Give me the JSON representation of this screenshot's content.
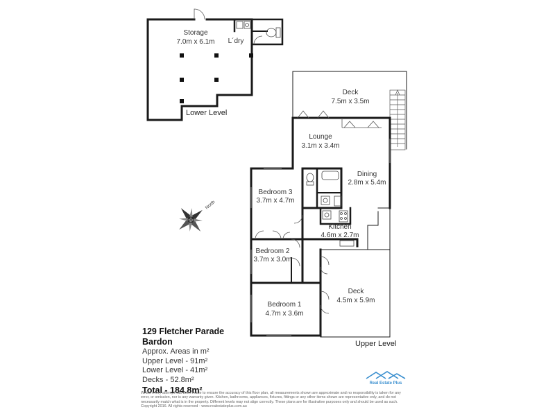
{
  "plan": {
    "rooms": {
      "storage": {
        "name": "Storage",
        "dims": "7.0m x 6.1m"
      },
      "laundry": {
        "name": "L´dry"
      },
      "deck_top": {
        "name": "Deck",
        "dims": "7.5m x 3.5m"
      },
      "lounge": {
        "name": "Lounge",
        "dims": "3.1m x 3.4m"
      },
      "dining": {
        "name": "Dining",
        "dims": "2.8m x 5.4m"
      },
      "bedroom3": {
        "name": "Bedroom 3",
        "dims": "3.7m x 4.7m"
      },
      "kitchen": {
        "name": "Kitchen",
        "dims": "4.6m x 2.7m"
      },
      "bedroom2": {
        "name": "Bedroom 2",
        "dims": "3.7m x 3.0m"
      },
      "deck_bottom": {
        "name": "Deck",
        "dims": "4.5m x 5.9m"
      },
      "bedroom1": {
        "name": "Bedroom 1",
        "dims": "4.7m x 3.6m"
      }
    },
    "level_labels": {
      "lower": "Lower Level",
      "upper": "Upper Level"
    },
    "compass_label": "North"
  },
  "info": {
    "address_line1": "129 Fletcher Parade",
    "address_line2": "Bardon",
    "areas_note": "Approx. Areas in m²",
    "upper_level": "Upper Level - 91m²",
    "lower_level": "Lower Level - 41m²",
    "decks": "Decks - 52.8m²",
    "total": "Total - 184.8m²"
  },
  "logo_text": "Real Estate Plus",
  "disclaimer": "Whilst every attempt has been made to ensure the accuracy of this floor plan, all measurements shown are approximate and no responsibility is taken for any error, or omission, nor is any warranty given. Kitchen, bathrooms, appliances, fixtures, fittings or any other items shown are representative only, and do not necessarily match what is in the property. Different levels may not align correctly. These plans are for illustrative purposes only and should be used as such. Copyright 2016. All rights reserved - www.realestateplus.com.au",
  "colors": {
    "wall": "#1a1a1a",
    "logo_blue": "#3a8fcf"
  }
}
